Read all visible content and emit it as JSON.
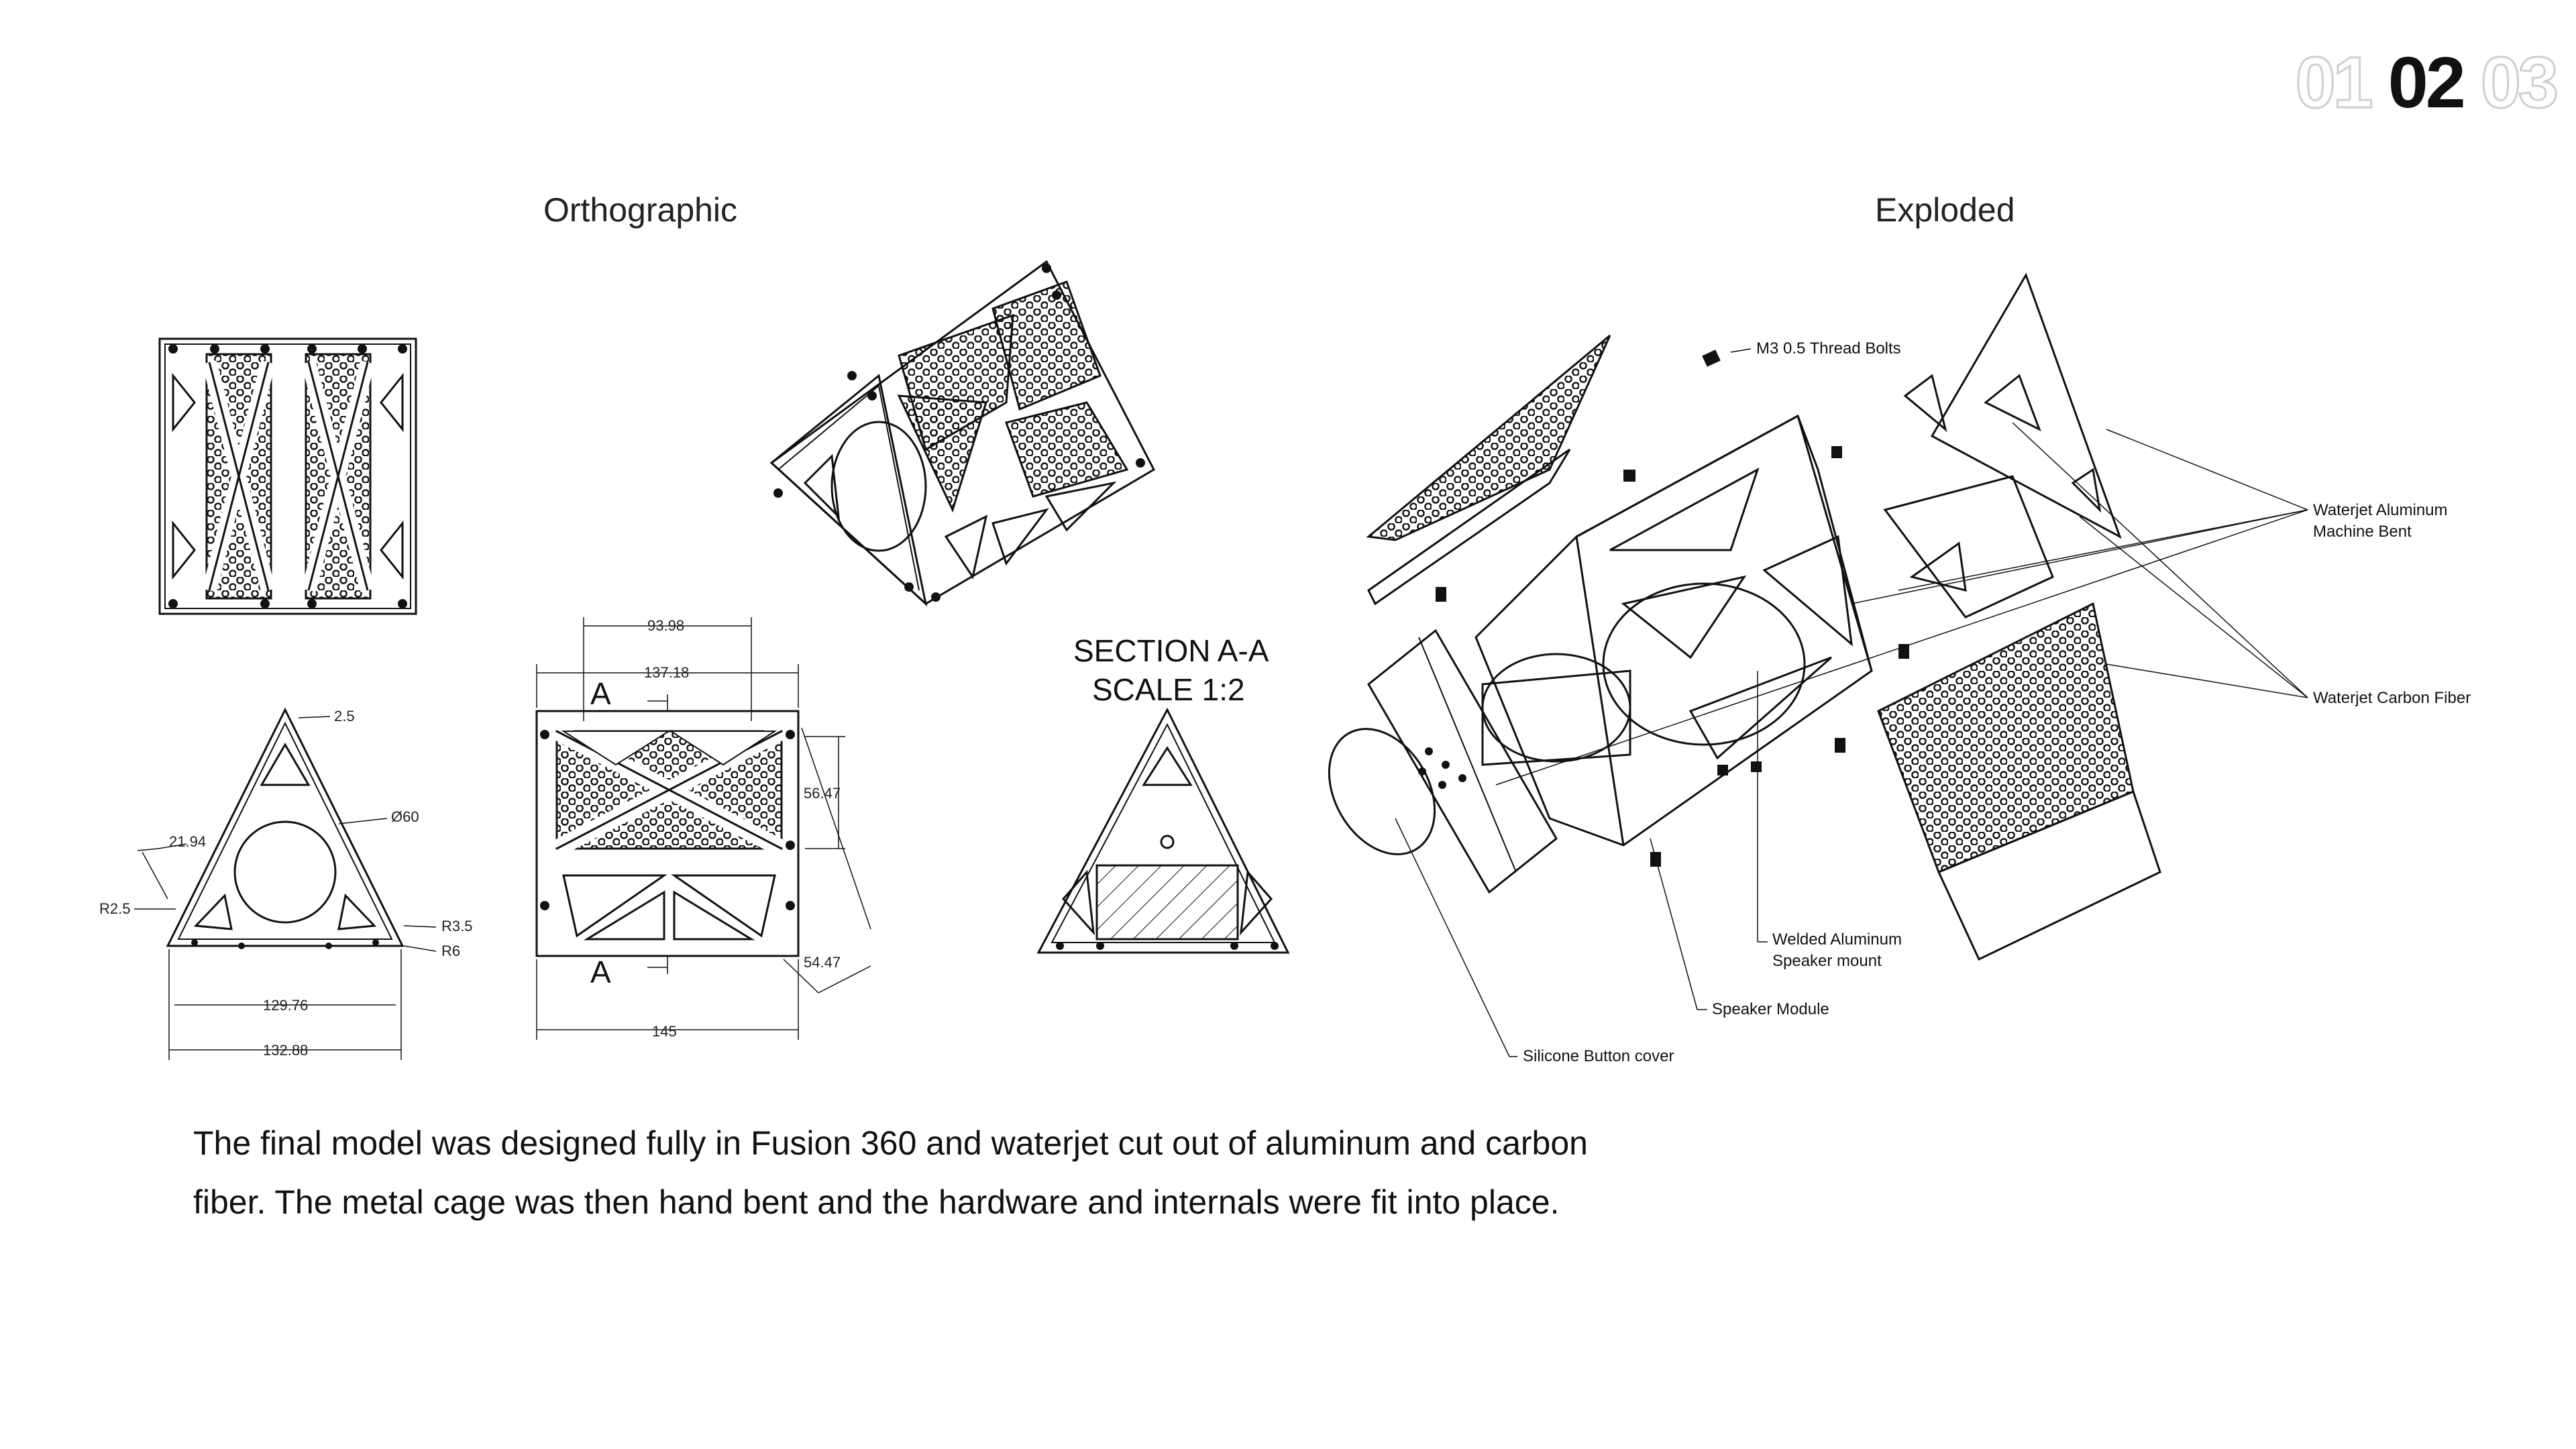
{
  "pager": {
    "items": [
      "01",
      "02",
      "03"
    ],
    "active_index": 1
  },
  "titles": {
    "orthographic": "Orthographic",
    "exploded": "Exploded"
  },
  "section_view": {
    "line1": "SECTION A-A",
    "line2": "SCALE 1:2",
    "cut_label": "A"
  },
  "dimensions": {
    "tri_edge": "2.5",
    "tri_hole": "Ø60",
    "tri_side": "21.94",
    "tri_r_left": "R2.5",
    "tri_r_small": "R3.5",
    "tri_r_large": "R6",
    "tri_inner_width": "129.76",
    "tri_outer_width": "132.88",
    "front_top": "93.98",
    "front_top2": "137.18",
    "front_height": "56.47",
    "front_diag": "54.47",
    "front_width": "145"
  },
  "callouts": {
    "thread_bolts": "M3 0.5 Thread Bolts",
    "aluminum_1": "Waterjet Aluminum",
    "aluminum_2": "Machine Bent",
    "carbon": "Waterjet Carbon Fiber",
    "welded_1": "Welded Aluminum",
    "welded_2": "Speaker mount",
    "speaker": "Speaker Module",
    "silicone": "Silicone Button cover"
  },
  "description": {
    "line1": "The final model was designed fully in Fusion 360 and waterjet cut out of aluminum and carbon",
    "line2": "fiber. The metal cage was then hand bent and the hardware and internals were fit into place."
  }
}
